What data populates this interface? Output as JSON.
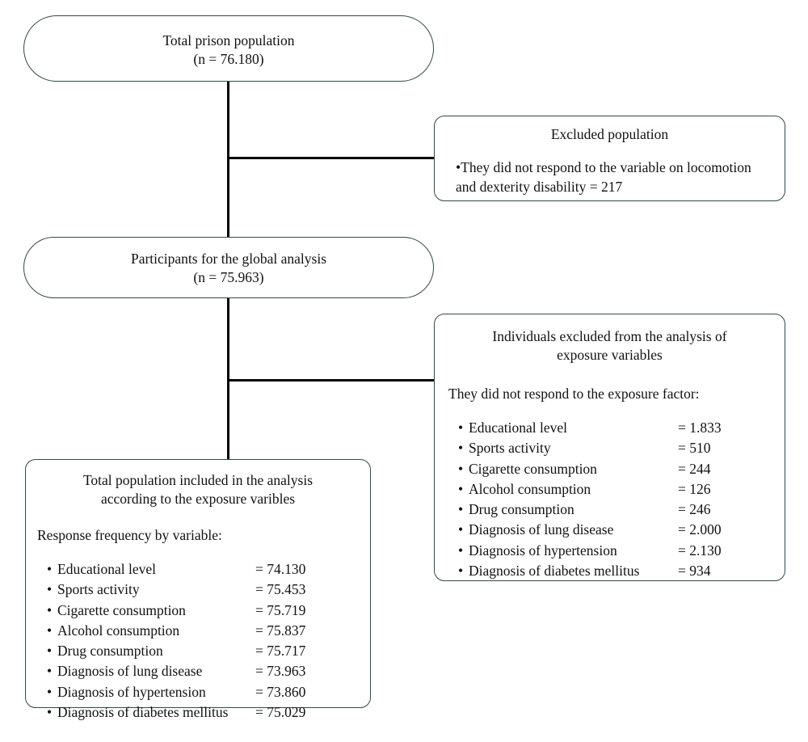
{
  "diagram": {
    "title": "Study population flow diagram",
    "line_color": "#000000",
    "border_color": "#34474d",
    "background": "#ffffff"
  },
  "nodes": {
    "total_population": {
      "line1": "Total prison population",
      "line2": "(n = 76.180)"
    },
    "excluded_population": {
      "heading": "Excluded population",
      "item": "•They did not respond to the variable on locomotion and dexterity disability = 217"
    },
    "participants": {
      "line1": "Participants for the global analysis",
      "line2": "(n = 75.963)"
    },
    "excluded_exposure": {
      "heading_line1": "Individuals excluded from the analysis of",
      "heading_line2": "exposure variables",
      "lead": "They did not respond to the exposure factor:",
      "items": [
        {
          "label": "Educational level",
          "value": "= 1.833"
        },
        {
          "label": "Sports activity",
          "value": "= 510"
        },
        {
          "label": "Cigarette consumption",
          "value": "= 244"
        },
        {
          "label": "Alcohol consumption",
          "value": "= 126"
        },
        {
          "label": "Drug consumption",
          "value": "= 246"
        },
        {
          "label": "Diagnosis of lung disease",
          "value": "= 2.000"
        },
        {
          "label": "Diagnosis of hypertension",
          "value": "= 2.130"
        },
        {
          "label": "Diagnosis of diabetes mellitus",
          "value": "= 934"
        }
      ]
    },
    "included_population": {
      "heading_line1": "Total population included in the analysis",
      "heading_line2": "according to the exposure varibles",
      "lead": "Response frequency by variable:",
      "items": [
        {
          "label": "Educational level",
          "value": "= 74.130"
        },
        {
          "label": "Sports activity",
          "value": "= 75.453"
        },
        {
          "label": "Cigarette consumption",
          "value": "= 75.719"
        },
        {
          "label": "Alcohol consumption",
          "value": "= 75.837"
        },
        {
          "label": "Drug consumption",
          "value": "= 75.717"
        },
        {
          "label": "Diagnosis of lung disease",
          "value": "= 73.963"
        },
        {
          "label": "Diagnosis of hypertension",
          "value": "= 73.860"
        },
        {
          "label": "Diagnosis of diabetes mellitus",
          "value": "= 75.029"
        }
      ]
    }
  },
  "bullet_glyph": "•"
}
